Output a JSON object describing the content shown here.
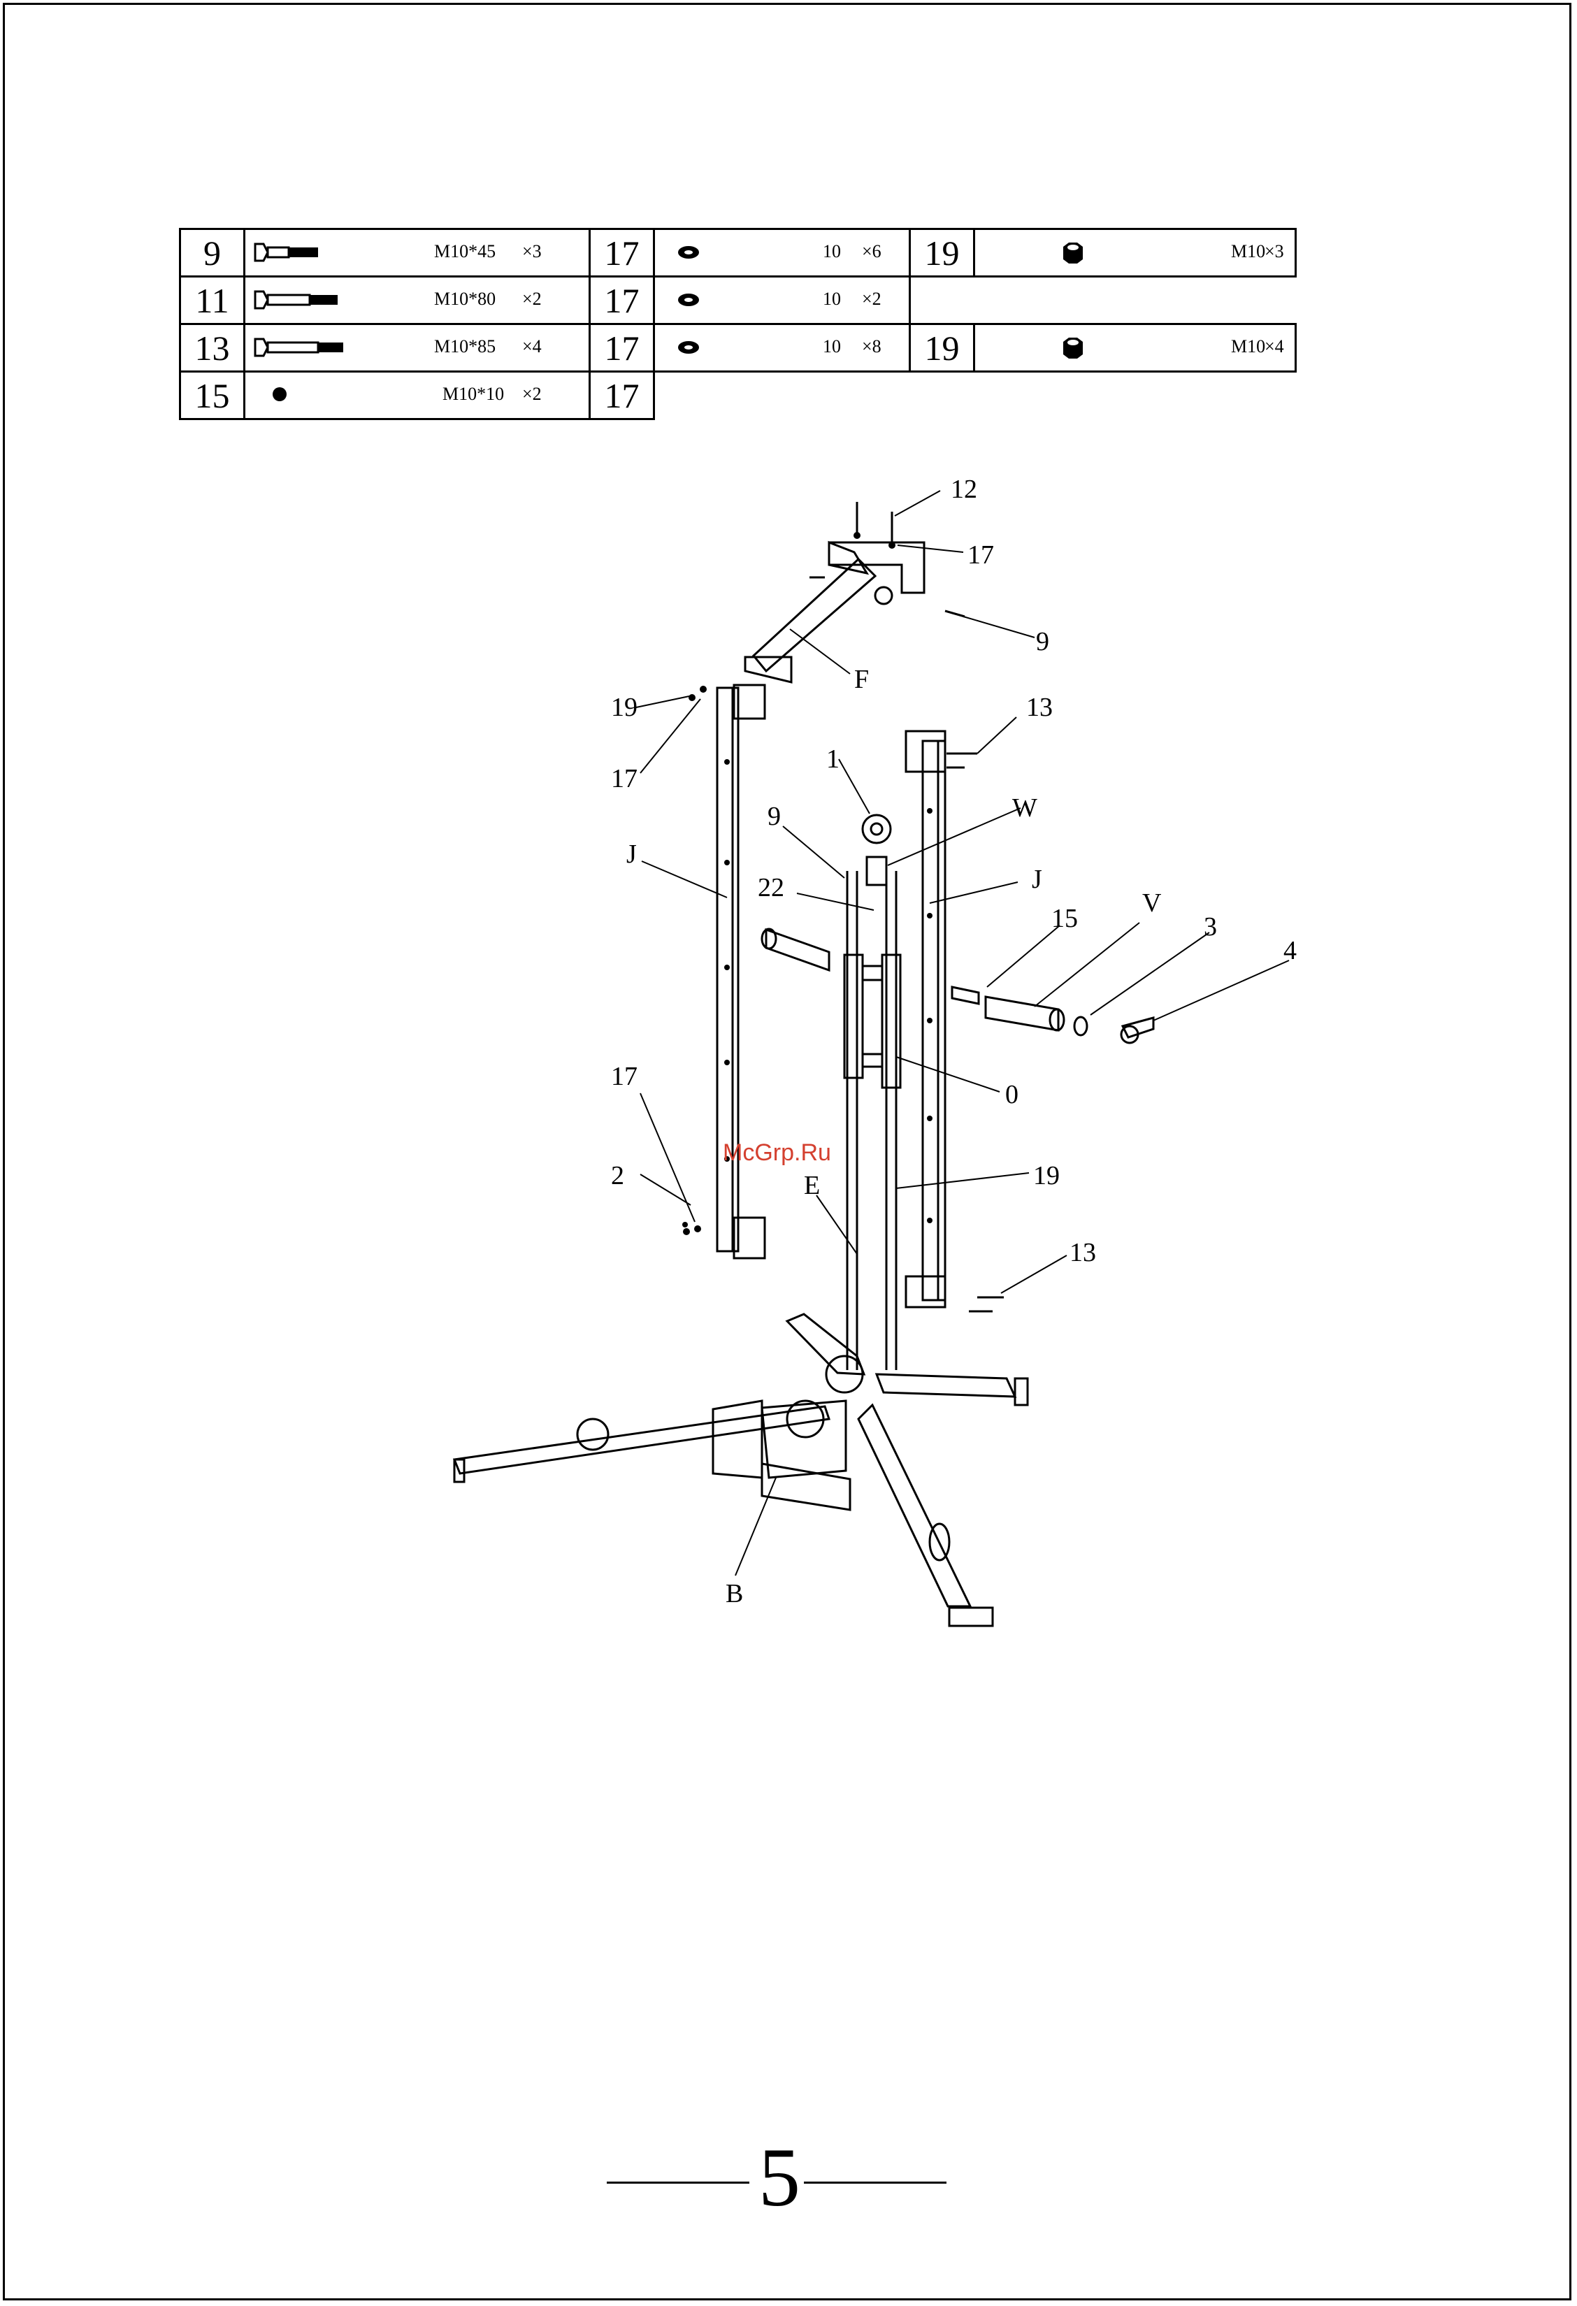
{
  "hardware_table": [
    [
      {
        "num": "9",
        "icon": "bolt-short-icon",
        "spec": "M10*45",
        "qty": "×3"
      },
      {
        "num": "17",
        "icon": "washer-icon",
        "spec": "10",
        "qty": "×6"
      },
      {
        "num": "19",
        "icon": "nut-icon",
        "spec": "M10",
        "qty": "×3"
      }
    ],
    [
      {
        "num": "11",
        "icon": "bolt-medium-icon",
        "spec": "M10*80",
        "qty": "×2"
      },
      {
        "num": "17",
        "icon": "washer-icon",
        "spec": "10",
        "qty": "×2"
      }
    ],
    [
      {
        "num": "13",
        "icon": "bolt-long-icon",
        "spec": "M10*85",
        "qty": "×4"
      },
      {
        "num": "17",
        "icon": "washer-icon",
        "spec": "10",
        "qty": "×8"
      },
      {
        "num": "19",
        "icon": "nut-icon",
        "spec": "M10",
        "qty": "×4"
      }
    ],
    [
      {
        "num": "15",
        "icon": "screw-icon",
        "spec": "M10*10",
        "qty": "×2"
      },
      {
        "num": "17"
      }
    ]
  ],
  "callouts": [
    "12",
    "17",
    "9",
    "F",
    "19",
    "17",
    "13",
    "1",
    "W",
    "9",
    "J",
    "22",
    "J",
    "15",
    "V",
    "3",
    "4",
    "0",
    "17",
    "2",
    "19",
    "E",
    "13",
    "B"
  ],
  "watermark": "McGrp.Ru",
  "page_number": "5"
}
